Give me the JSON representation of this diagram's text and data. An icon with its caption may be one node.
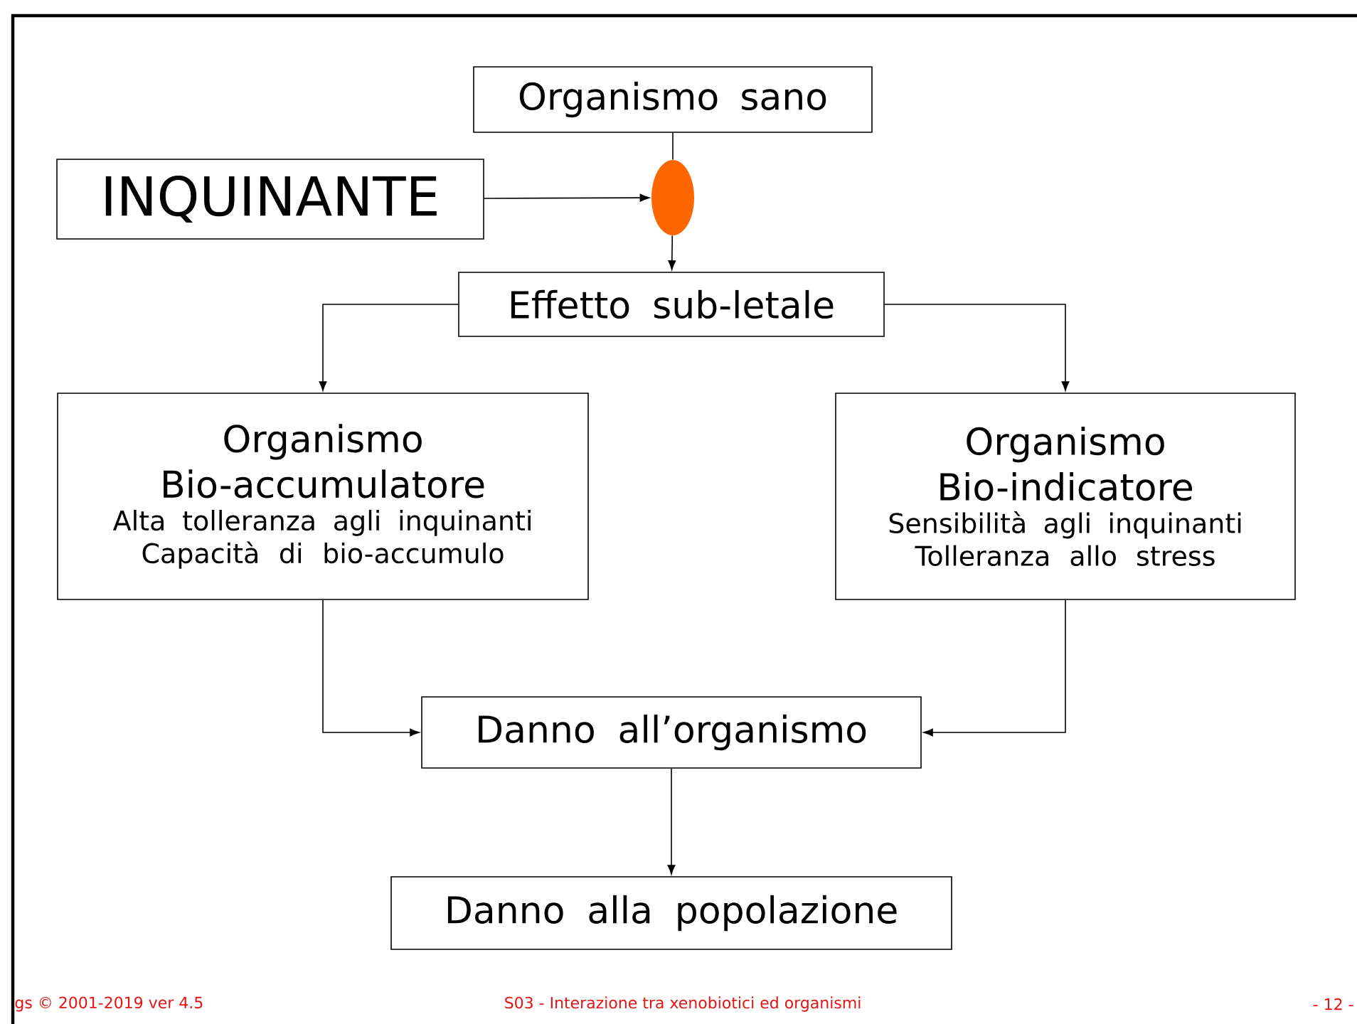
{
  "diagram": {
    "nodes": [
      {
        "text": [
          "Organismo sano"
        ]
      },
      {
        "text": [
          "INQUINANTE"
        ]
      },
      {
        "text": [],
        "shape": "ellipse"
      },
      {
        "text": [
          "Effetto sub-letale"
        ]
      },
      {
        "text": [
          "Organismo Bio-accumulatore",
          "Alta tolleranza agli inquinanti",
          "Capacità di bio-accumulo"
        ]
      },
      {
        "text": [
          "Organismo Bio-indicatore",
          "Sensibilità agli inquinanti",
          "Tolleranza allo stress"
        ]
      },
      {
        "text": [
          "Danno all’organismo"
        ]
      },
      {
        "text": [
          "Danno alla popolazione"
        ]
      }
    ],
    "edges": [
      {
        "from": 0,
        "to": 2,
        "arrow": "none"
      },
      {
        "from": 1,
        "to": 2,
        "arrow": "to"
      },
      {
        "from": 2,
        "to": 3,
        "arrow": "to"
      },
      {
        "from": 3,
        "to": 4,
        "arrow": "to"
      },
      {
        "from": 3,
        "to": 5,
        "arrow": "to"
      },
      {
        "from": 4,
        "to": 6,
        "arrow": "to"
      },
      {
        "from": 5,
        "to": 6,
        "arrow": "to"
      },
      {
        "from": 6,
        "to": 7,
        "arrow": "to"
      }
    ],
    "labels": [
      "gs © 2001-2019 ver 4.5",
      "S03 - Interazione tra xenobiotici ed organismi",
      "- 12 -"
    ]
  }
}
